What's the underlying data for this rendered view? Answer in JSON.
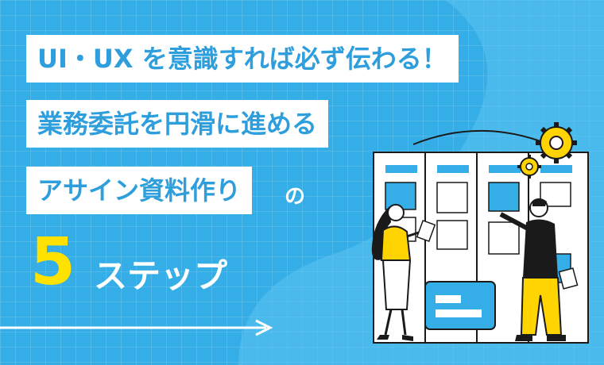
{
  "headline": {
    "line1": "UI・UX を意識すれば必ず伝わる！",
    "line2": "業務委託を円滑に進める",
    "line3": "アサイン資料作り",
    "suffix": "の"
  },
  "steps": {
    "number": "5",
    "label": "ステップ"
  },
  "colors": {
    "background": "#35ade6",
    "headline_text": "#2e9fdc",
    "number": "#ffe200",
    "figure_accent": "#ffd400"
  },
  "illustration": {
    "icons": [
      "gear-icon",
      "gear-icon",
      "kanban-board",
      "laptop",
      "woman-figure",
      "man-figure"
    ]
  }
}
